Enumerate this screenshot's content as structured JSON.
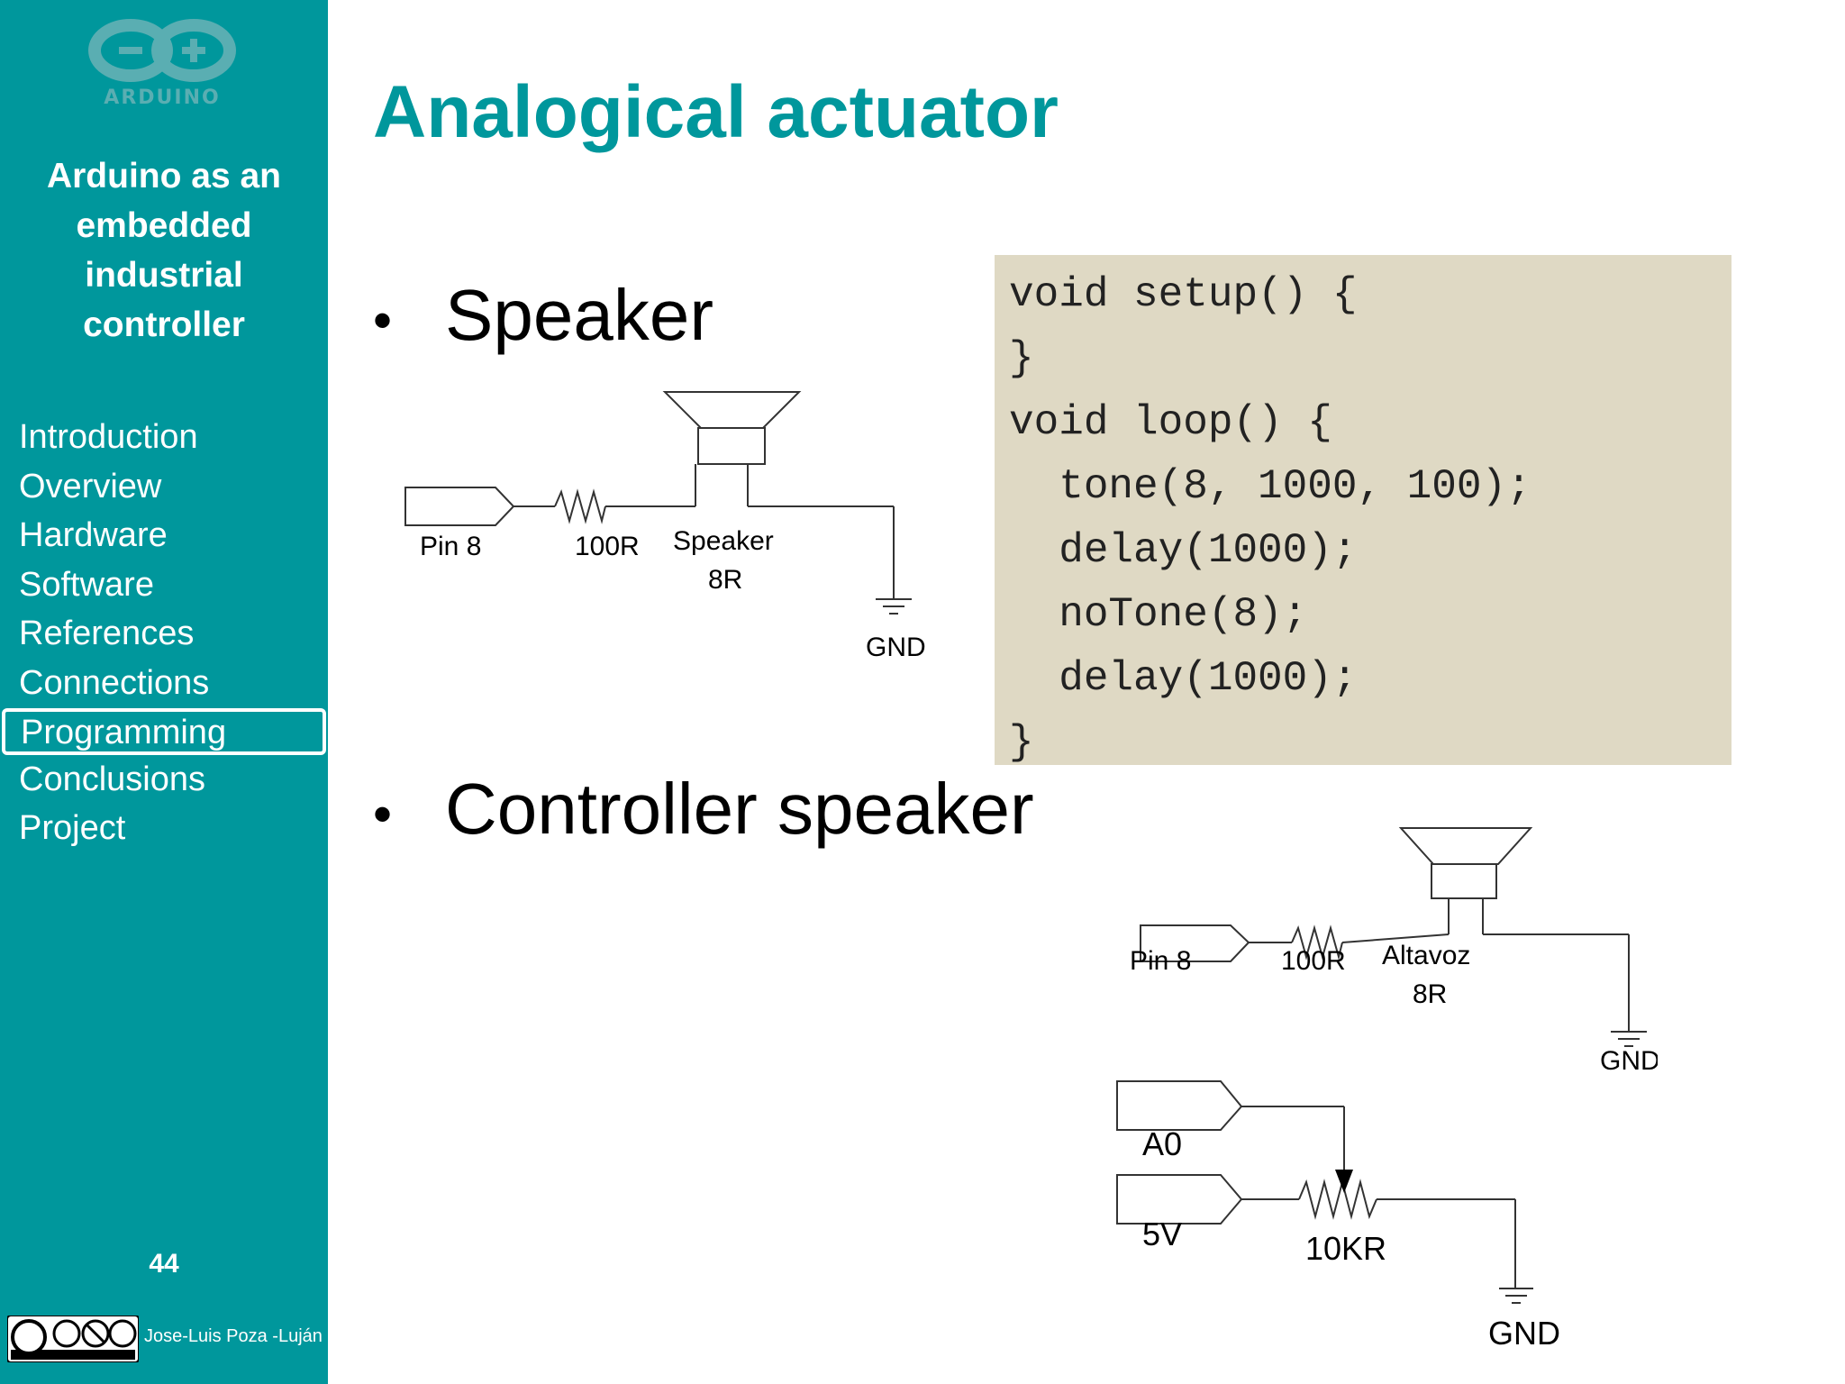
{
  "sidebar": {
    "logo_text": "ARDUINO",
    "deck_title": [
      "Arduino as an",
      "embedded",
      "industrial",
      "controller"
    ],
    "nav_items": [
      "Introduction",
      "Overview",
      "Hardware",
      "Software",
      "References",
      "Connections",
      "Programming",
      "Conclusions",
      "Project"
    ],
    "active_item": "Programming",
    "page_number": "44",
    "author": "Jose-Luis Poza -Luján",
    "license_badge": "cc by-nc-sa"
  },
  "slide": {
    "title": "Analogical actuator",
    "bullets": [
      "Speaker",
      "Controller speaker"
    ]
  },
  "code": {
    "lines": [
      "void setup() {",
      "}",
      "void loop() {",
      "  tone(8, 1000, 100);",
      "  delay(1000);",
      "  noTone(8);",
      "  delay(1000);",
      "}"
    ]
  },
  "circuit1": {
    "pin_label": "Pin 8",
    "resistor_label": "100R",
    "speaker_label": "Speaker",
    "speaker_value": "8R",
    "ground_label": "GND"
  },
  "circuit2": {
    "pin_label": "Pin 8",
    "resistor_label": "100R",
    "speaker_label": "Altavoz",
    "speaker_value": "8R",
    "ground_label": "GND",
    "analog_label": "A0",
    "supply_label": "5V",
    "pot_label": "10KR",
    "ground2_label": "GND"
  }
}
